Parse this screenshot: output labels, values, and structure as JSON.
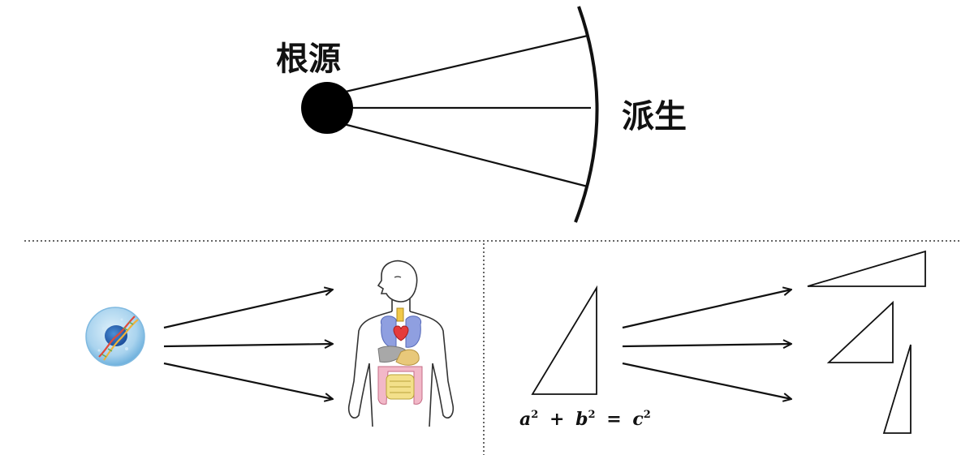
{
  "top_diagram": {
    "origin_label": "根源",
    "derived_label": "派生"
  },
  "bottom_right": {
    "formula": {
      "a": "a",
      "b": "b",
      "c": "c",
      "exponent": "2",
      "plus": "+",
      "equals": "="
    }
  }
}
